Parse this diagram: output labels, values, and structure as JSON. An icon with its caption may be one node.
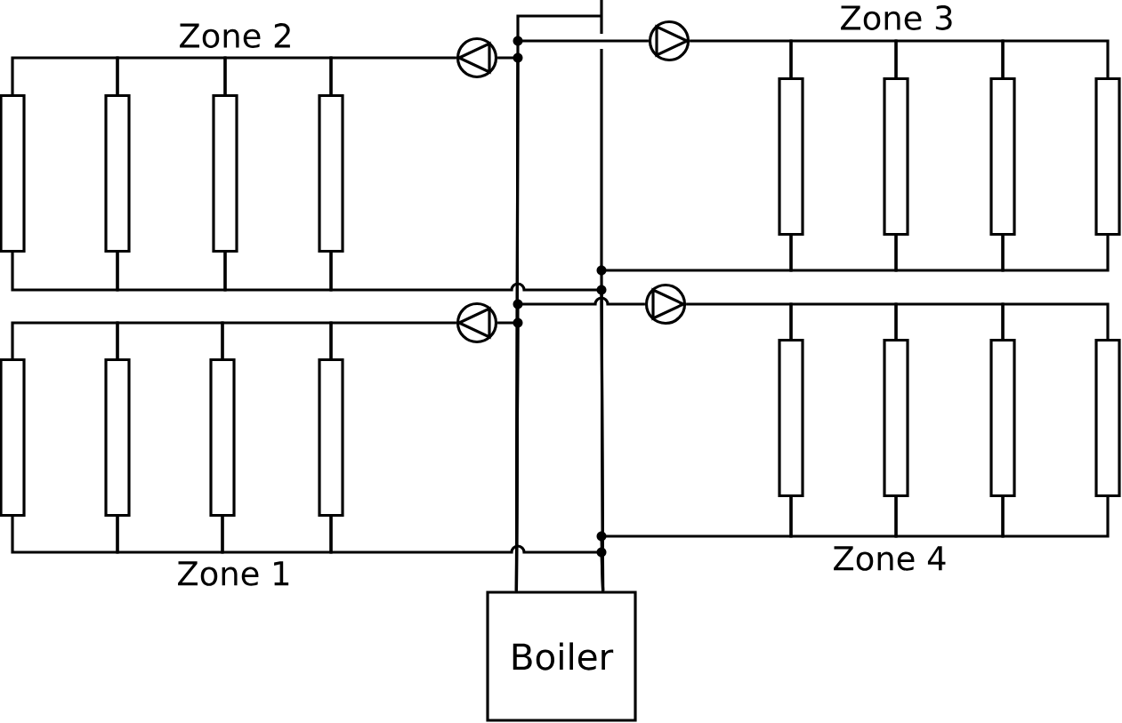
{
  "diagram": {
    "nodes": [
      {
        "text": [],
        "shape": "box"
      },
      {
        "text": [],
        "shape": "box"
      },
      {
        "text": [],
        "shape": "box"
      },
      {
        "text": [],
        "shape": "box"
      },
      {
        "text": [],
        "shape": "circle"
      },
      {
        "text": [],
        "shape": "circle"
      },
      {
        "text": [],
        "shape": "box"
      },
      {
        "text": [],
        "shape": "box"
      },
      {
        "text": [],
        "shape": "box"
      },
      {
        "text": [],
        "shape": "box"
      },
      {
        "text": [],
        "shape": "box"
      },
      {
        "text": [],
        "shape": "box"
      },
      {
        "text": [],
        "shape": "box"
      },
      {
        "text": [],
        "shape": "box"
      },
      {
        "text": [],
        "shape": "circle"
      },
      {
        "text": [],
        "shape": "circle"
      },
      {
        "text": [],
        "shape": "box"
      },
      {
        "text": [],
        "shape": "box"
      },
      {
        "text": [],
        "shape": "box"
      },
      {
        "text": [],
        "shape": "box"
      },
      {
        "text": [
          "Boiler"
        ]
      }
    ],
    "edges": [
      {
        "from": 20,
        "to": 4,
        "arrow": "none"
      },
      {
        "from": 4,
        "to": 3,
        "arrow": "none"
      },
      {
        "from": 3,
        "to": 2,
        "arrow": "none"
      },
      {
        "from": 2,
        "to": 1,
        "arrow": "none"
      },
      {
        "from": 1,
        "to": 0,
        "arrow": "none"
      },
      {
        "from": 0,
        "to": 1,
        "arrow": "none"
      },
      {
        "from": 1,
        "to": 2,
        "arrow": "none"
      },
      {
        "from": 2,
        "to": 3,
        "arrow": "none"
      },
      {
        "from": 3,
        "to": 20,
        "arrow": "none"
      },
      {
        "from": 20,
        "to": 5,
        "arrow": "none"
      },
      {
        "from": 5,
        "to": 6,
        "arrow": "none"
      },
      {
        "from": 6,
        "to": 7,
        "arrow": "none"
      },
      {
        "from": 7,
        "to": 8,
        "arrow": "none"
      },
      {
        "from": 8,
        "to": 9,
        "arrow": "none"
      },
      {
        "from": 9,
        "to": 8,
        "arrow": "none"
      },
      {
        "from": 8,
        "to": 7,
        "arrow": "none"
      },
      {
        "from": 7,
        "to": 6,
        "arrow": "none"
      },
      {
        "from": 6,
        "to": 20,
        "arrow": "none"
      },
      {
        "from": 20,
        "to": 14,
        "arrow": "none"
      },
      {
        "from": 14,
        "to": 13,
        "arrow": "none"
      },
      {
        "from": 13,
        "to": 12,
        "arrow": "none"
      },
      {
        "from": 12,
        "to": 11,
        "arrow": "none"
      },
      {
        "from": 11,
        "to": 10,
        "arrow": "none"
      },
      {
        "from": 10,
        "to": 11,
        "arrow": "none"
      },
      {
        "from": 11,
        "to": 12,
        "arrow": "none"
      },
      {
        "from": 12,
        "to": 13,
        "arrow": "none"
      },
      {
        "from": 13,
        "to": 20,
        "arrow": "none"
      },
      {
        "from": 20,
        "to": 15,
        "arrow": "none"
      },
      {
        "from": 15,
        "to": 16,
        "arrow": "none"
      },
      {
        "from": 16,
        "to": 17,
        "arrow": "none"
      },
      {
        "from": 17,
        "to": 18,
        "arrow": "none"
      },
      {
        "from": 18,
        "to": 19,
        "arrow": "none"
      },
      {
        "from": 19,
        "to": 18,
        "arrow": "none"
      },
      {
        "from": 18,
        "to": 17,
        "arrow": "none"
      },
      {
        "from": 17,
        "to": 16,
        "arrow": "none"
      },
      {
        "from": 16,
        "to": 20,
        "arrow": "none"
      }
    ],
    "labels": [
      "Zone 3",
      "Zone 2",
      "Zone 4",
      "Zone 1"
    ]
  }
}
